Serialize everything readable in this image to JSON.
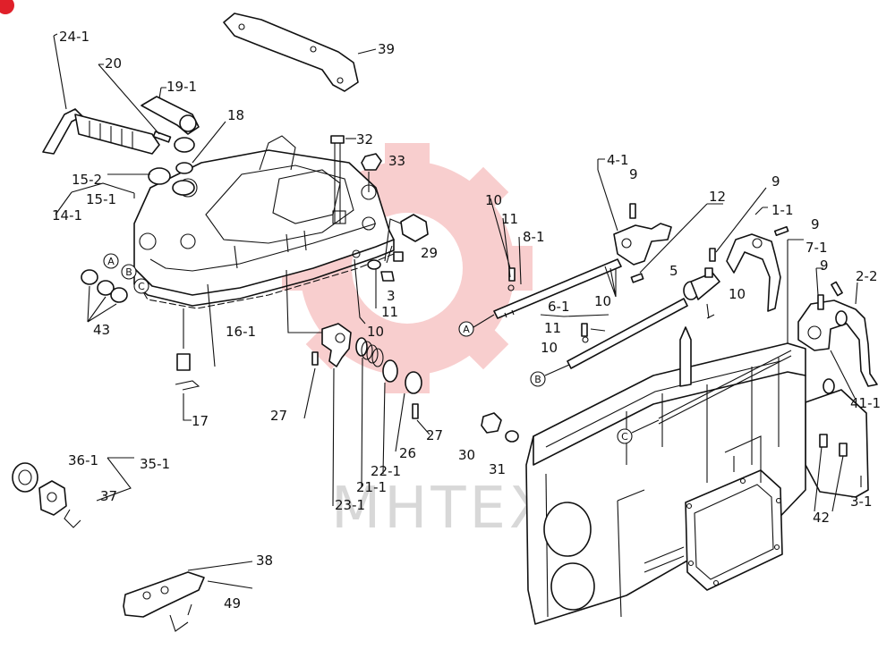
{
  "diagram": {
    "watermark": "MHTEX",
    "colors": {
      "ink": "#111111",
      "watermark_gear": "#f4a7a7",
      "badge": "#e0202a"
    },
    "callouts": [
      {
        "id": "c24",
        "label": "24-1"
      },
      {
        "id": "c20",
        "label": "20"
      },
      {
        "id": "c19",
        "label": "19-1"
      },
      {
        "id": "c39",
        "label": "39"
      },
      {
        "id": "c18",
        "label": "18"
      },
      {
        "id": "c32",
        "label": "32"
      },
      {
        "id": "c33",
        "label": "33"
      },
      {
        "id": "c41t",
        "label": "4-1"
      },
      {
        "id": "c9a",
        "label": "9"
      },
      {
        "id": "c10a",
        "label": "10"
      },
      {
        "id": "c11a",
        "label": "11"
      },
      {
        "id": "c81",
        "label": "8-1"
      },
      {
        "id": "c12",
        "label": "12"
      },
      {
        "id": "c9b",
        "label": "9"
      },
      {
        "id": "c11b",
        "label": "1-1"
      },
      {
        "id": "c9c",
        "label": "9"
      },
      {
        "id": "c71",
        "label": "7-1"
      },
      {
        "id": "c152",
        "label": "15-2"
      },
      {
        "id": "c151",
        "label": "15-1"
      },
      {
        "id": "c141",
        "label": "14-1"
      },
      {
        "id": "c29",
        "label": "29"
      },
      {
        "id": "c5",
        "label": "5"
      },
      {
        "id": "c9d",
        "label": "9"
      },
      {
        "id": "c22",
        "label": "2-2"
      },
      {
        "id": "c10b",
        "label": "10"
      },
      {
        "id": "c10c",
        "label": "10"
      },
      {
        "id": "c61",
        "label": "6-1"
      },
      {
        "id": "c3s",
        "label": "3"
      },
      {
        "id": "c11c",
        "label": "11"
      },
      {
        "id": "c11d",
        "label": "11"
      },
      {
        "id": "c10d",
        "label": "10"
      },
      {
        "id": "c10e",
        "label": "10"
      },
      {
        "id": "c43",
        "label": "43"
      },
      {
        "id": "c161",
        "label": "16-1"
      },
      {
        "id": "c411",
        "label": "41-1"
      },
      {
        "id": "c27a",
        "label": "27"
      },
      {
        "id": "c27b",
        "label": "27"
      },
      {
        "id": "c26",
        "label": "26"
      },
      {
        "id": "c30",
        "label": "30"
      },
      {
        "id": "c31",
        "label": "31"
      },
      {
        "id": "c17",
        "label": "17"
      },
      {
        "id": "c221",
        "label": "22-1"
      },
      {
        "id": "c361",
        "label": "36-1"
      },
      {
        "id": "c351",
        "label": "35-1"
      },
      {
        "id": "c211",
        "label": "21-1"
      },
      {
        "id": "c37",
        "label": "37"
      },
      {
        "id": "c231",
        "label": "23-1"
      },
      {
        "id": "c31b",
        "label": "3-1"
      },
      {
        "id": "c42",
        "label": "42"
      },
      {
        "id": "c38",
        "label": "38"
      },
      {
        "id": "c49",
        "label": "49"
      }
    ],
    "markers": [
      {
        "id": "mA1",
        "label": "A"
      },
      {
        "id": "mB1",
        "label": "B"
      },
      {
        "id": "mC1",
        "label": "C"
      },
      {
        "id": "mA2",
        "label": "A"
      },
      {
        "id": "mB2",
        "label": "B"
      },
      {
        "id": "mC2",
        "label": "C"
      }
    ]
  }
}
